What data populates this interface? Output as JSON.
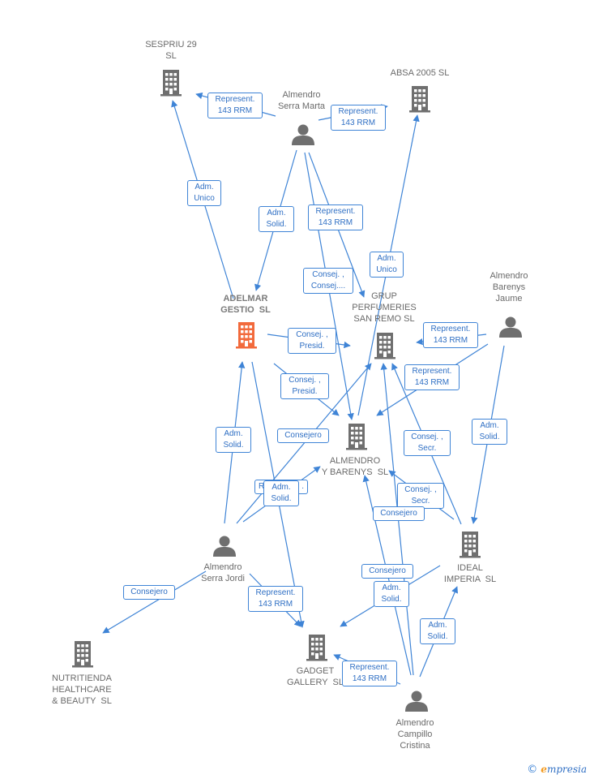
{
  "colors": {
    "edge": "#3f84d6",
    "label_text": "#2f6fc4",
    "node_icon": "#6f6f6f",
    "focus_icon": "#f26a3c",
    "node_text": "#6a6a6a"
  },
  "companies": {
    "sespriu": {
      "name": "SESPRIU 29\nSL"
    },
    "absa": {
      "name": "ABSA 2005 SL"
    },
    "adelmar": {
      "name": "ADELMAR\nGESTIO  SL"
    },
    "grup": {
      "name": "GRUP\nPERFUMERIES\nSAN REMO SL"
    },
    "almendro_barenys_sl": {
      "name": "ALMENDRO\nY BARENYS  SL"
    },
    "ideal": {
      "name": "IDEAL\nIMPERIA  SL"
    },
    "nutritienda": {
      "name": "NUTRITIENDA\nHEALTHCARE\n& BEAUTY  SL"
    },
    "gadget": {
      "name": "GADGET\nGALLERY  SL"
    }
  },
  "people": {
    "marta": {
      "name": "Almendro\nSerra Marta"
    },
    "jaume": {
      "name": "Almendro\nBarenys\nJaume"
    },
    "jordi": {
      "name": "Almendro\nSerra Jordi"
    },
    "cristina": {
      "name": "Almendro\nCampillo\nCristina"
    }
  },
  "relations": {
    "represent": "Represent.\n143 RRM",
    "adm_unico": "Adm.\nUnico",
    "adm_solid": "Adm.\nSolid.",
    "consej_consej": "Consej. ,\nConsej....",
    "consej_presid": "Consej. ,\nPresid.",
    "consejero": "Consejero",
    "consej_secr": "Consej. ,\nSecr.",
    "represent_partial": "R",
    "represent_partial_tail": "."
  },
  "brand": {
    "copyright": "©",
    "e": "e",
    "rest": "mpresia"
  }
}
